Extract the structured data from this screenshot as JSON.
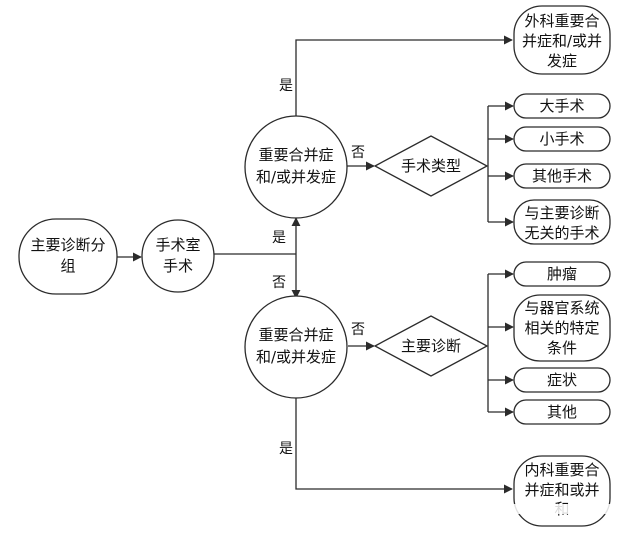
{
  "nodes": {
    "main_dx_group": [
      "主要诊断分",
      "组"
    ],
    "or_surgery": [
      "手术室",
      "手术"
    ],
    "complication_top": [
      "重要合并症",
      "和/或并发症"
    ],
    "complication_bottom": [
      "重要合并症",
      "和/或并发症"
    ],
    "surgery_type": "手术类型",
    "main_diagnosis": "主要诊断",
    "surgical_cc": [
      "外科重要合",
      "并症和/或并",
      "发症"
    ],
    "major_surgery": "大手术",
    "minor_surgery": "小手术",
    "other_surgery": "其他手术",
    "unrelated_surgery": [
      "与主要诊断",
      "无关的手术"
    ],
    "tumor": "肿瘤",
    "organ_condition": [
      "与器官系统",
      "相关的特定",
      "条件"
    ],
    "symptom": "症状",
    "other": "其他",
    "medical_cc": [
      "内科重要合",
      "并症和或并",
      "和"
    ]
  },
  "edges": {
    "yes_top_up": "是",
    "yes_mid": "是",
    "no_mid": "否",
    "no_top_right": "否",
    "no_bottom_right": "否",
    "yes_bottom_down": "是"
  },
  "colors": {
    "line": "#2b2b2b",
    "text": "#111111",
    "fill": "#ffffff"
  }
}
